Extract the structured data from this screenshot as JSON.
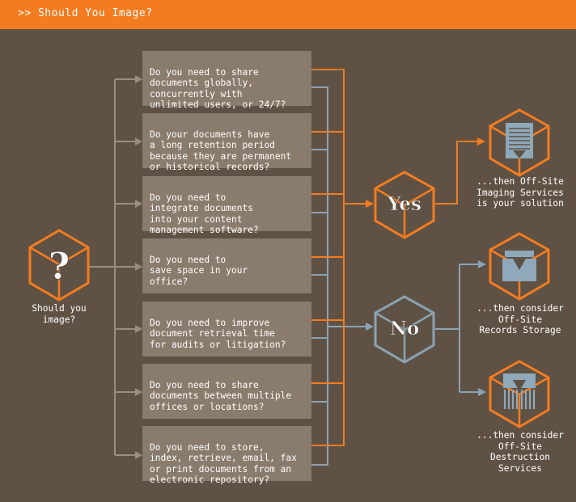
{
  "header": {
    "title": ">> Should You Image?"
  },
  "start": {
    "label": "Should you\nimage?",
    "symbol": "?"
  },
  "questions": [
    {
      "text": "Do you need to share\ndocuments globally,\nconcurrently with\nunlimited users, or 24/7?"
    },
    {
      "text": "Do your documents have\na long retention period\nbecause they are permanent\nor historical records?"
    },
    {
      "text": "Do you need to\nintegrate documents\ninto your content\nmanagement software?"
    },
    {
      "text": "Do you need to\nsave space in your\noffice?"
    },
    {
      "text": "Do you need to improve\ndocument retrieval time\nfor audits or litigation?"
    },
    {
      "text": "Do you need to share\ndocuments between multiple\noffices or locations?"
    },
    {
      "text": "Do you need to store,\nindex, retrieve, email, fax\nor print documents from an\nelectronic repository?"
    }
  ],
  "decisions": {
    "yes": "Yes",
    "no": "No"
  },
  "outcomes": {
    "yes_result": "...then Off-Site\nImaging Services\nis your solution",
    "no_result_1": "...then consider\nOff-Site\nRecords Storage",
    "no_result_2": "...then consider\nOff-Site\nDestruction\nServices"
  },
  "colors": {
    "background": "#5f5245",
    "accent": "#f47c20",
    "box": "#8a7c6c",
    "connector_gray": "#9a8e82",
    "connector_blue": "#8aa3b5",
    "icon_blue": "#8fa8ba"
  }
}
